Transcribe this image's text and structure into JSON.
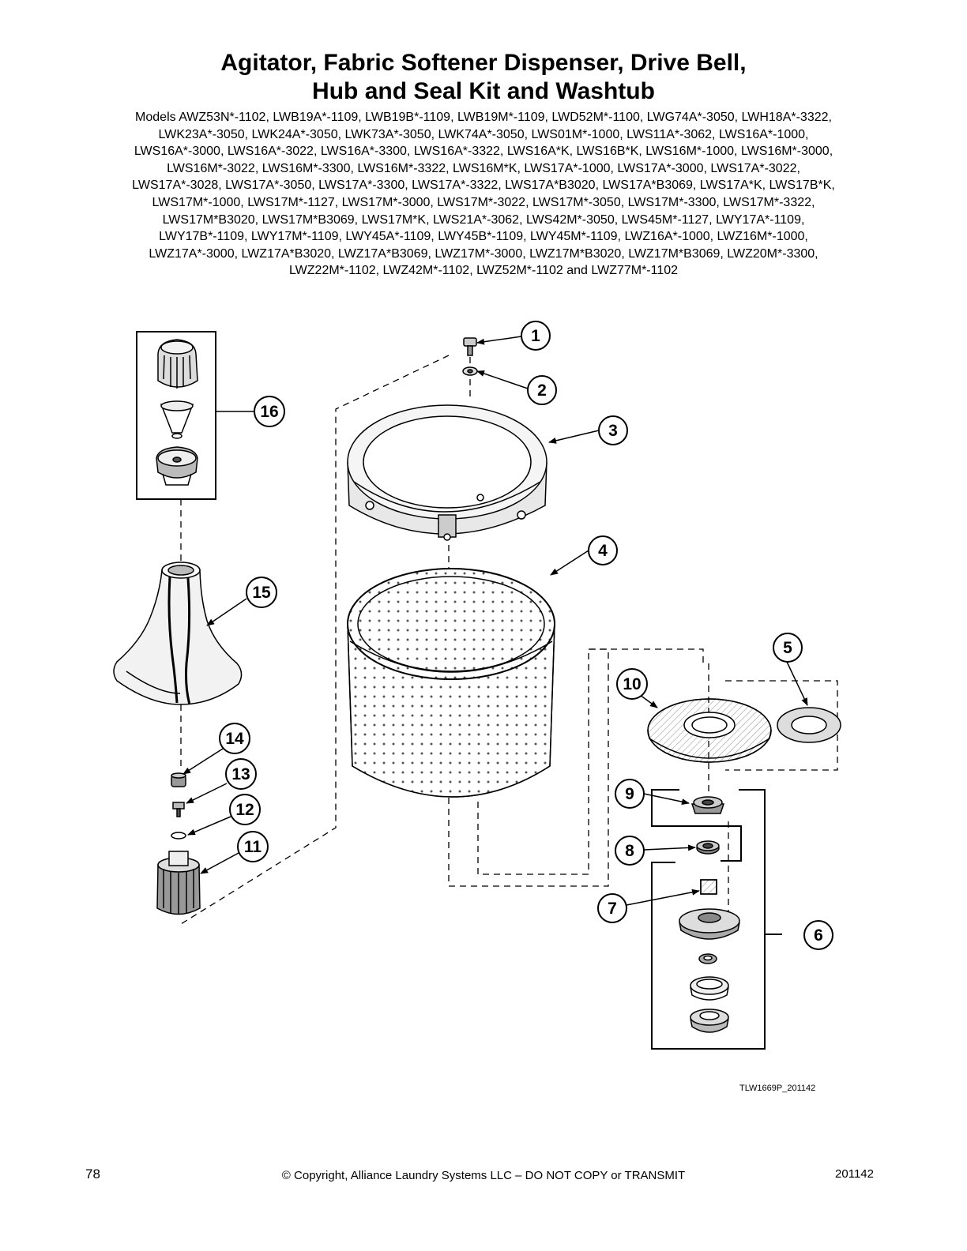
{
  "title_line1": "Agitator, Fabric Softener Dispenser, Drive Bell,",
  "title_line2": "Hub and Seal Kit and Washtub",
  "models_lines": [
    "Models AWZ53N*-1102, LWB19A*-1109, LWB19B*-1109, LWB19M*-1109, LWD52M*-1100, LWG74A*-3050, LWH18A*-3322,",
    "LWK23A*-3050, LWK24A*-3050, LWK73A*-3050, LWK74A*-3050, LWS01M*-1000, LWS11A*-3062, LWS16A*-1000,",
    "LWS16A*-3000, LWS16A*-3022, LWS16A*-3300, LWS16A*-3322, LWS16A*K, LWS16B*K, LWS16M*-1000, LWS16M*-3000,",
    "LWS16M*-3022, LWS16M*-3300, LWS16M*-3322, LWS16M*K, LWS17A*-1000, LWS17A*-3000, LWS17A*-3022,",
    "LWS17A*-3028, LWS17A*-3050, LWS17A*-3300, LWS17A*-3322, LWS17A*B3020, LWS17A*B3069, LWS17A*K, LWS17B*K,",
    "LWS17M*-1000, LWS17M*-1127, LWS17M*-3000, LWS17M*-3022, LWS17M*-3050, LWS17M*-3300, LWS17M*-3322,",
    "LWS17M*B3020, LWS17M*B3069, LWS17M*K, LWS21A*-3062, LWS42M*-3050, LWS45M*-1127, LWY17A*-1109,",
    "LWY17B*-1109, LWY17M*-1109, LWY45A*-1109, LWY45B*-1109, LWY45M*-1109, LWZ16A*-1000, LWZ16M*-1000,",
    "LWZ17A*-3000, LWZ17A*B3020, LWZ17A*B3069, LWZ17M*-3000, LWZ17M*B3020, LWZ17M*B3069, LWZ20M*-3300,",
    "LWZ22M*-1102, LWZ42M*-1102, LWZ52M*-1102 and LWZ77M*-1102"
  ],
  "callouts": [
    "1",
    "2",
    "3",
    "4",
    "5",
    "6",
    "7",
    "8",
    "9",
    "10",
    "11",
    "12",
    "13",
    "14",
    "15",
    "16"
  ],
  "drawing_id": "TLW1669P_201142",
  "page_number": "78",
  "copyright": "© Copyright, Alliance Laundry Systems LLC – DO NOT COPY or TRANSMIT",
  "doc_number": "201142"
}
